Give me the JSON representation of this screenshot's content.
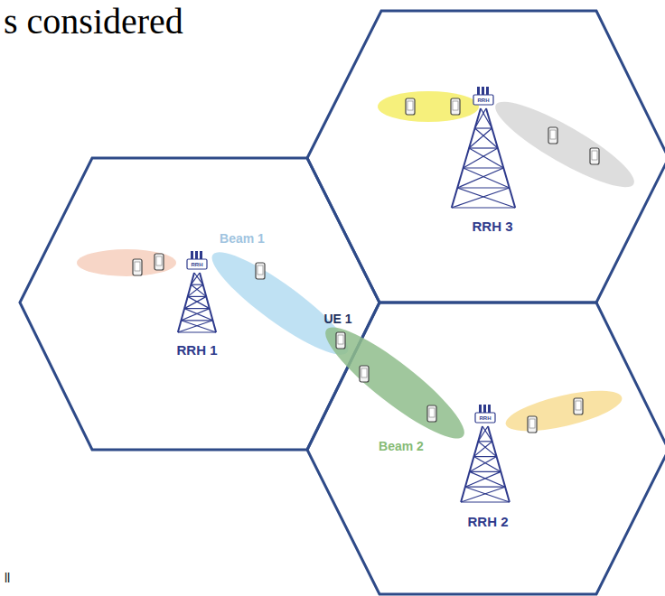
{
  "diagram": {
    "title": "s considered",
    "labels": [
      "Beam 1",
      "UE 1",
      "RRH 1",
      "RRH",
      "RRH",
      "RRH 3",
      "RRH",
      "Beam 2",
      "RRH 2",
      "ll"
    ]
  }
}
